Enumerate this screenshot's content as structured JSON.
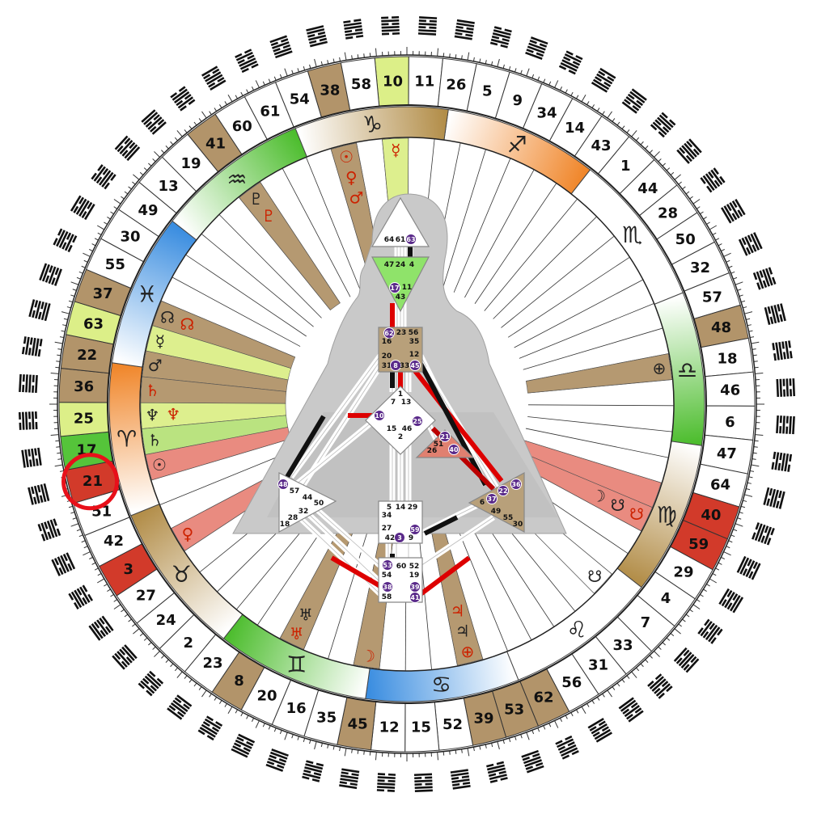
{
  "wheel": {
    "gates": [
      {
        "num": "10",
        "color": "#dcef88"
      },
      {
        "num": "11",
        "color": ""
      },
      {
        "num": "26",
        "color": ""
      },
      {
        "num": "5",
        "color": ""
      },
      {
        "num": "9",
        "color": ""
      },
      {
        "num": "34",
        "color": ""
      },
      {
        "num": "14",
        "color": ""
      },
      {
        "num": "43",
        "color": ""
      },
      {
        "num": "1",
        "color": ""
      },
      {
        "num": "44",
        "color": ""
      },
      {
        "num": "28",
        "color": ""
      },
      {
        "num": "50",
        "color": ""
      },
      {
        "num": "32",
        "color": ""
      },
      {
        "num": "57",
        "color": ""
      },
      {
        "num": "48",
        "color": "#b2946a"
      },
      {
        "num": "18",
        "color": ""
      },
      {
        "num": "46",
        "color": ""
      },
      {
        "num": "6",
        "color": ""
      },
      {
        "num": "47",
        "color": ""
      },
      {
        "num": "64",
        "color": ""
      },
      {
        "num": "40",
        "color": "#d23a2a"
      },
      {
        "num": "59",
        "color": "#d23a2a"
      },
      {
        "num": "29",
        "color": ""
      },
      {
        "num": "4",
        "color": ""
      },
      {
        "num": "7",
        "color": ""
      },
      {
        "num": "33",
        "color": ""
      },
      {
        "num": "31",
        "color": ""
      },
      {
        "num": "56",
        "color": ""
      },
      {
        "num": "62",
        "color": "#b2946a"
      },
      {
        "num": "53",
        "color": "#b2946a"
      },
      {
        "num": "39",
        "color": "#b2946a"
      },
      {
        "num": "52",
        "color": ""
      },
      {
        "num": "15",
        "color": ""
      },
      {
        "num": "12",
        "color": ""
      },
      {
        "num": "45",
        "color": "#b2946a"
      },
      {
        "num": "35",
        "color": ""
      },
      {
        "num": "16",
        "color": ""
      },
      {
        "num": "20",
        "color": ""
      },
      {
        "num": "8",
        "color": "#b2946a"
      },
      {
        "num": "23",
        "color": ""
      },
      {
        "num": "2",
        "color": ""
      },
      {
        "num": "24",
        "color": ""
      },
      {
        "num": "27",
        "color": ""
      },
      {
        "num": "3",
        "color": "#d23a2a"
      },
      {
        "num": "42",
        "color": ""
      },
      {
        "num": "51",
        "color": ""
      },
      {
        "num": "21",
        "color": "#d23a2a"
      },
      {
        "num": "17",
        "color": "#55c43a"
      },
      {
        "num": "25",
        "color": "#dcef88"
      },
      {
        "num": "36",
        "color": "#b2946a"
      },
      {
        "num": "22",
        "color": "#b2946a"
      },
      {
        "num": "63",
        "color": "#dcef88"
      },
      {
        "num": "37",
        "color": "#b2946a"
      },
      {
        "num": "55",
        "color": ""
      },
      {
        "num": "30",
        "color": ""
      },
      {
        "num": "49",
        "color": ""
      },
      {
        "num": "13",
        "color": ""
      },
      {
        "num": "19",
        "color": ""
      },
      {
        "num": "41",
        "color": "#b2946a"
      },
      {
        "num": "60",
        "color": ""
      },
      {
        "num": "61",
        "color": ""
      },
      {
        "num": "54",
        "color": ""
      },
      {
        "num": "38",
        "color": "#b2946a"
      },
      {
        "num": "58",
        "color": ""
      }
    ],
    "signs": [
      {
        "glyph": "♐",
        "color": "#f0862a"
      },
      {
        "glyph": "♏",
        "color": "#ffffff"
      },
      {
        "glyph": "♎",
        "color": "#4dbd2e"
      },
      {
        "glyph": "♍",
        "color": "#b28d48"
      },
      {
        "glyph": "♌",
        "color": "#ffffff"
      },
      {
        "glyph": "♋",
        "color": "#3a8de0"
      },
      {
        "glyph": "♊",
        "color": "#4dbd2e"
      },
      {
        "glyph": "♉",
        "color": "#b28d48"
      },
      {
        "glyph": "♈",
        "color": "#f0862a"
      },
      {
        "glyph": "♓",
        "color": "#3a8de0"
      },
      {
        "glyph": "♒",
        "color": "#4dbd2e"
      },
      {
        "glyph": "♑",
        "color": "#b28d48"
      }
    ],
    "planet_rays": [
      {
        "gate_index": 0,
        "color": "#dcef88",
        "glyphs": [
          {
            "g": "☿",
            "c": "#cc2200"
          }
        ]
      },
      {
        "gate_index": 62,
        "color": "#b2946a",
        "glyphs": [
          {
            "g": "☉",
            "c": "#cc2200"
          },
          {
            "g": "♀",
            "c": "#cc2200"
          },
          {
            "g": "♂",
            "c": "#cc2200"
          }
        ]
      },
      {
        "gate_index": 58,
        "color": "#b2946a",
        "glyphs": [
          {
            "g": "♇",
            "c": "#222"
          },
          {
            "g": "♇",
            "c": "#cc2200"
          }
        ]
      },
      {
        "gate_index": 52,
        "color": "#b2946a",
        "glyphs": [
          {
            "g": "☊",
            "c": "#222"
          },
          {
            "g": "☊",
            "c": "#cc2200"
          }
        ]
      },
      {
        "gate_index": 51,
        "color": "#dcef88",
        "glyphs": [
          {
            "g": "☿",
            "c": "#222"
          }
        ]
      },
      {
        "gate_index": 50,
        "color": "#b2946a",
        "glyphs": [
          {
            "g": "♂",
            "c": "#222"
          }
        ]
      },
      {
        "gate_index": 49,
        "color": "#b2946a",
        "glyphs": [
          {
            "g": "♄",
            "c": "#cc2200"
          }
        ]
      },
      {
        "gate_index": 48,
        "color": "#dcef88",
        "glyphs": [
          {
            "g": "♆",
            "c": "#222"
          },
          {
            "g": "♆",
            "c": "#cc2200"
          }
        ]
      },
      {
        "gate_index": 47,
        "color": "#b7e27a",
        "glyphs": [
          {
            "g": "♄",
            "c": "#222"
          }
        ]
      },
      {
        "gate_index": 46,
        "color": "#e8857a",
        "glyphs": [
          {
            "g": "☉",
            "c": "#222"
          }
        ]
      },
      {
        "gate_index": 43,
        "color": "#e8857a",
        "glyphs": [
          {
            "g": "♀",
            "c": "#cc2200"
          }
        ]
      },
      {
        "gate_index": 37,
        "color": "#b2946a",
        "glyphs": [
          {
            "g": "♅",
            "c": "#cc2200"
          },
          {
            "g": "♅",
            "c": "#222"
          }
        ]
      },
      {
        "gate_index": 34,
        "color": "#b2946a",
        "glyphs": [
          {
            "g": "☽",
            "c": "#cc2200"
          }
        ]
      },
      {
        "gate_index": 30,
        "color": "#b2946a",
        "glyphs": [
          {
            "g": "⊕",
            "c": "#cc2200"
          },
          {
            "g": "♃",
            "c": "#222"
          },
          {
            "g": "♃",
            "c": "#cc2200"
          }
        ]
      },
      {
        "gate_index": 24,
        "color": "#ffffff",
        "glyphs": [
          {
            "g": "☋",
            "c": "#222"
          }
        ]
      },
      {
        "gate_index": 21,
        "color": "#e8857a",
        "glyphs": [
          {
            "g": "☋",
            "c": "#cc2200"
          },
          {
            "g": "☋",
            "c": "#222"
          },
          {
            "g": "☽",
            "c": "#222"
          }
        ]
      },
      {
        "gate_index": 20,
        "color": "#e8857a",
        "glyphs": []
      },
      {
        "gate_index": 15,
        "color": "#b2946a",
        "glyphs": [
          {
            "g": "⊕",
            "c": "#222"
          }
        ]
      }
    ]
  },
  "bodygraph": {
    "head": {
      "gates": [
        "64",
        "61",
        "63"
      ]
    },
    "ajna": {
      "gates": [
        "47",
        "24",
        "4",
        "17",
        "11",
        "43"
      ]
    },
    "throat": {
      "gates": [
        "62",
        "23",
        "56",
        "16",
        "35",
        "20",
        "12",
        "31",
        "8",
        "33",
        "45"
      ]
    },
    "g_center": {
      "gates": [
        "1",
        "7",
        "13",
        "10",
        "25",
        "15",
        "46",
        "2"
      ]
    },
    "ego": {
      "gates": [
        "21",
        "51",
        "26",
        "40"
      ]
    },
    "spleen": {
      "gates": [
        "48",
        "57",
        "44",
        "50",
        "32",
        "28",
        "18"
      ]
    },
    "sacral": {
      "gates": [
        "5",
        "14",
        "29",
        "34",
        "27",
        "42",
        "3",
        "59",
        "9"
      ]
    },
    "solar_plexus": {
      "gates": [
        "36",
        "22",
        "37",
        "6",
        "49",
        "55",
        "30"
      ]
    },
    "root": {
      "gates": [
        "53",
        "60",
        "52",
        "54",
        "19",
        "38",
        "39",
        "58",
        "41"
      ]
    }
  },
  "highlight": {
    "gate": "21",
    "color": "#e8101a"
  }
}
